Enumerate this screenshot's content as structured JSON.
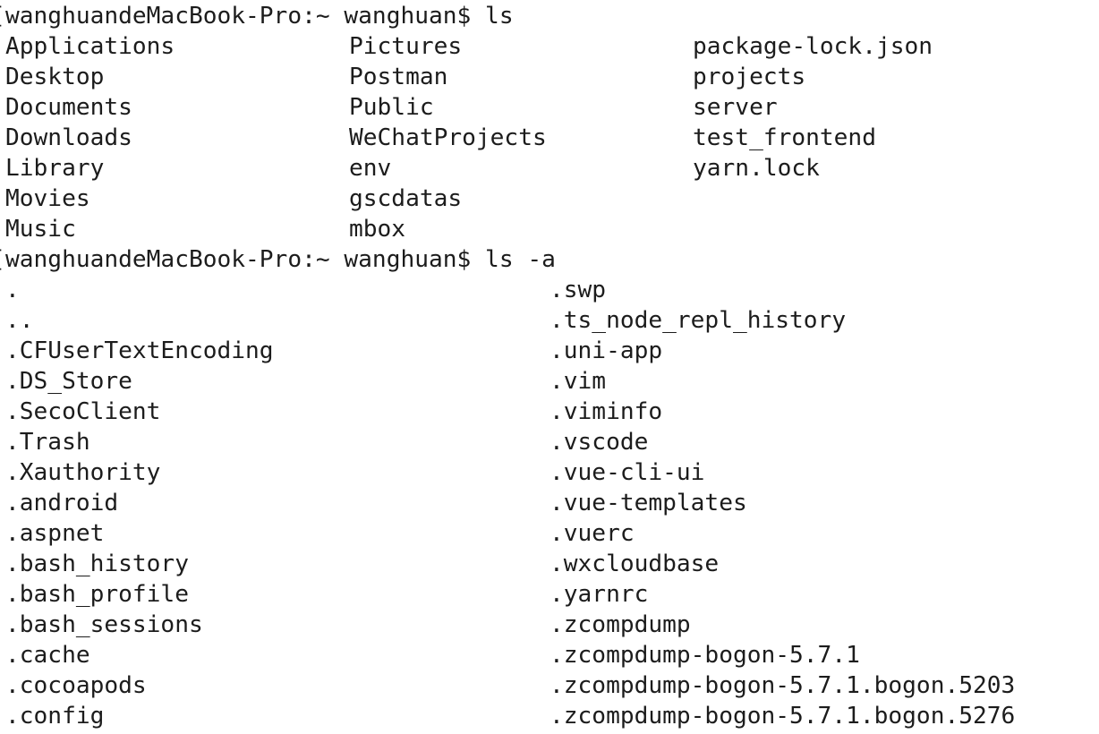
{
  "app": {
    "kind": "terminal",
    "background_color": "#ffffff",
    "text_color": "#1c1c1c"
  },
  "terminal": {
    "clipped_char": "[",
    "prompt": "wanghuandeMacBook-Pro:~ wanghuan$",
    "commands": [
      {
        "input": "ls"
      },
      {
        "input": "ls -a"
      }
    ],
    "lines": [
      {
        "kind": "command",
        "clipped": true,
        "cells": [
          {
            "col": 0,
            "text": "wanghuandeMacBook-Pro:~ wanghuan$ ls"
          }
        ]
      },
      {
        "kind": "output",
        "clipped": false,
        "cells": [
          {
            "col": 0,
            "text": "Applications"
          },
          {
            "col": 24,
            "text": "Pictures"
          },
          {
            "col": 48,
            "text": "package-lock.json"
          }
        ]
      },
      {
        "kind": "output",
        "clipped": false,
        "cells": [
          {
            "col": 0,
            "text": "Desktop"
          },
          {
            "col": 24,
            "text": "Postman"
          },
          {
            "col": 48,
            "text": "projects"
          }
        ]
      },
      {
        "kind": "output",
        "clipped": false,
        "cells": [
          {
            "col": 0,
            "text": "Documents"
          },
          {
            "col": 24,
            "text": "Public"
          },
          {
            "col": 48,
            "text": "server"
          }
        ]
      },
      {
        "kind": "output",
        "clipped": false,
        "cells": [
          {
            "col": 0,
            "text": "Downloads"
          },
          {
            "col": 24,
            "text": "WeChatProjects"
          },
          {
            "col": 48,
            "text": "test_frontend"
          }
        ]
      },
      {
        "kind": "output",
        "clipped": false,
        "cells": [
          {
            "col": 0,
            "text": "Library"
          },
          {
            "col": 24,
            "text": "env"
          },
          {
            "col": 48,
            "text": "yarn.lock"
          }
        ]
      },
      {
        "kind": "output",
        "clipped": false,
        "cells": [
          {
            "col": 0,
            "text": "Movies"
          },
          {
            "col": 24,
            "text": "gscdatas"
          }
        ]
      },
      {
        "kind": "output",
        "clipped": false,
        "cells": [
          {
            "col": 0,
            "text": "Music"
          },
          {
            "col": 24,
            "text": "mbox"
          }
        ]
      },
      {
        "kind": "command",
        "clipped": true,
        "cells": [
          {
            "col": 0,
            "text": "wanghuandeMacBook-Pro:~ wanghuan$ ls -a"
          }
        ]
      },
      {
        "kind": "output",
        "clipped": false,
        "cells": [
          {
            "col": 0,
            "text": "."
          },
          {
            "col": 38,
            "text": ".swp"
          }
        ]
      },
      {
        "kind": "output",
        "clipped": false,
        "cells": [
          {
            "col": 0,
            "text": ".."
          },
          {
            "col": 38,
            "text": ".ts_node_repl_history"
          }
        ]
      },
      {
        "kind": "output",
        "clipped": false,
        "cells": [
          {
            "col": 0,
            "text": ".CFUserTextEncoding"
          },
          {
            "col": 38,
            "text": ".uni-app"
          }
        ]
      },
      {
        "kind": "output",
        "clipped": false,
        "cells": [
          {
            "col": 0,
            "text": ".DS_Store"
          },
          {
            "col": 38,
            "text": ".vim"
          }
        ]
      },
      {
        "kind": "output",
        "clipped": false,
        "cells": [
          {
            "col": 0,
            "text": ".SecoClient"
          },
          {
            "col": 38,
            "text": ".viminfo"
          }
        ]
      },
      {
        "kind": "output",
        "clipped": false,
        "cells": [
          {
            "col": 0,
            "text": ".Trash"
          },
          {
            "col": 38,
            "text": ".vscode"
          }
        ]
      },
      {
        "kind": "output",
        "clipped": false,
        "cells": [
          {
            "col": 0,
            "text": ".Xauthority"
          },
          {
            "col": 38,
            "text": ".vue-cli-ui"
          }
        ]
      },
      {
        "kind": "output",
        "clipped": false,
        "cells": [
          {
            "col": 0,
            "text": ".android"
          },
          {
            "col": 38,
            "text": ".vue-templates"
          }
        ]
      },
      {
        "kind": "output",
        "clipped": false,
        "cells": [
          {
            "col": 0,
            "text": ".aspnet"
          },
          {
            "col": 38,
            "text": ".vuerc"
          }
        ]
      },
      {
        "kind": "output",
        "clipped": false,
        "cells": [
          {
            "col": 0,
            "text": ".bash_history"
          },
          {
            "col": 38,
            "text": ".wxcloudbase"
          }
        ]
      },
      {
        "kind": "output",
        "clipped": false,
        "cells": [
          {
            "col": 0,
            "text": ".bash_profile"
          },
          {
            "col": 38,
            "text": ".yarnrc"
          }
        ]
      },
      {
        "kind": "output",
        "clipped": false,
        "cells": [
          {
            "col": 0,
            "text": ".bash_sessions"
          },
          {
            "col": 38,
            "text": ".zcompdump"
          }
        ]
      },
      {
        "kind": "output",
        "clipped": false,
        "cells": [
          {
            "col": 0,
            "text": ".cache"
          },
          {
            "col": 38,
            "text": ".zcompdump-bogon-5.7.1"
          }
        ]
      },
      {
        "kind": "output",
        "clipped": false,
        "cells": [
          {
            "col": 0,
            "text": ".cocoapods"
          },
          {
            "col": 38,
            "text": ".zcompdump-bogon-5.7.1.bogon.5203"
          }
        ]
      },
      {
        "kind": "output",
        "clipped": false,
        "cells": [
          {
            "col": 0,
            "text": ".config"
          },
          {
            "col": 38,
            "text": ".zcompdump-bogon-5.7.1.bogon.5276"
          }
        ]
      }
    ]
  }
}
